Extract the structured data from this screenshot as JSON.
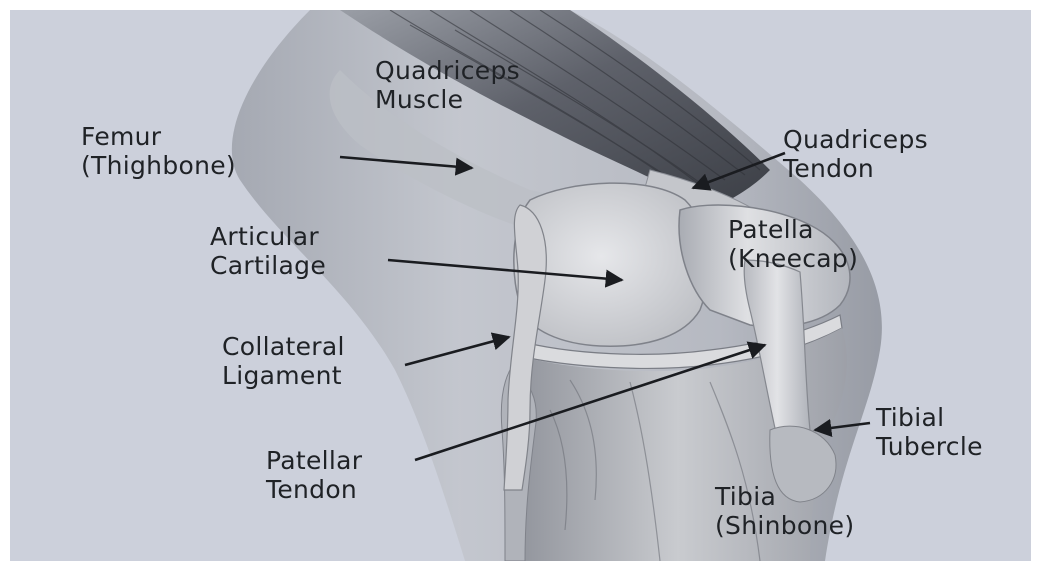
{
  "labels": {
    "quadriceps_muscle": [
      "Quadriceps",
      "Muscle"
    ],
    "femur": [
      "Femur",
      "(Thighbone)"
    ],
    "quadriceps_tendon": [
      "Quadriceps",
      "Tendon"
    ],
    "articular_cartilage": [
      "Articular",
      "Cartilage"
    ],
    "patella": [
      "Patella",
      "(Kneecap)"
    ],
    "collateral_ligament": [
      "Collateral",
      "Ligament"
    ],
    "tibial_tubercle": [
      "Tibial",
      "Tubercle"
    ],
    "patellar_tendon": [
      "Patellar",
      "Tendon"
    ],
    "tibia": [
      "Tibia",
      "(Shinbone)"
    ]
  },
  "colors": {
    "background": "#ccd0db",
    "skin": "#b4b8c0",
    "bone": "#d4d5d8",
    "bone_shadow": "#8d9098",
    "cartilage": "#dcdde0",
    "tendon": "#c9cacd",
    "muscle_dark": "#4a4d55",
    "arrow": "#1a1c20",
    "text": "#1f2226"
  }
}
